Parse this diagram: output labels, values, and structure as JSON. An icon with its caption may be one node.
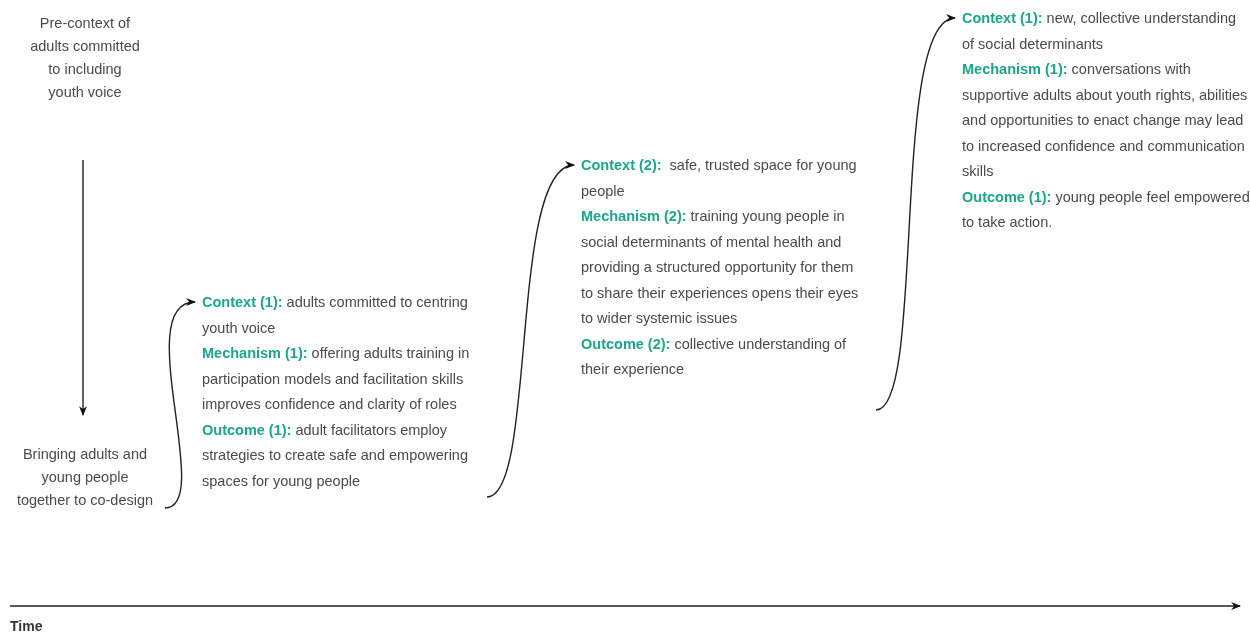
{
  "diagram": {
    "nodes": [
      {
        "text": [
          "Pre-context of adults committed to including youth voice"
        ]
      },
      {
        "text": [
          "Bringing adults and young people together to co-design"
        ]
      },
      {
        "text": [
          "**Context (1):** adults committed to centring youth voice",
          "**Mechanism (1):** offering adults training in participation models and facilitation skills improves confidence and clarity of roles",
          "**Outcome (1):** adult facilitators employ strategies to create safe and empowering spaces for young people"
        ]
      },
      {
        "text": [
          "**Context (2):**  safe, trusted space for young people",
          "**Mechanism (2):** training young people in social determinants of mental health and providing a structured opportunity for them to share their experiences opens their eyes to wider systemic issues",
          "**Outcome (2):** collective understanding of their experience"
        ]
      },
      {
        "text": [
          "**Context (1):** new, collective understanding of social determinants",
          "**Mechanism (1):** conversations with supportive adults about youth rights, abilities and opportunities to enact change may lead to increased confidence and communication skills",
          "**Outcome (1):** young people feel empowered to take action."
        ]
      }
    ],
    "edges": [
      {
        "from": 0,
        "to": 1,
        "arrow": "to"
      },
      {
        "from": 1,
        "to": 2,
        "arrow": "to"
      },
      {
        "from": 2,
        "to": 3,
        "arrow": "to"
      },
      {
        "from": 3,
        "to": 4,
        "arrow": "to"
      }
    ],
    "labels": [
      "Time"
    ]
  }
}
